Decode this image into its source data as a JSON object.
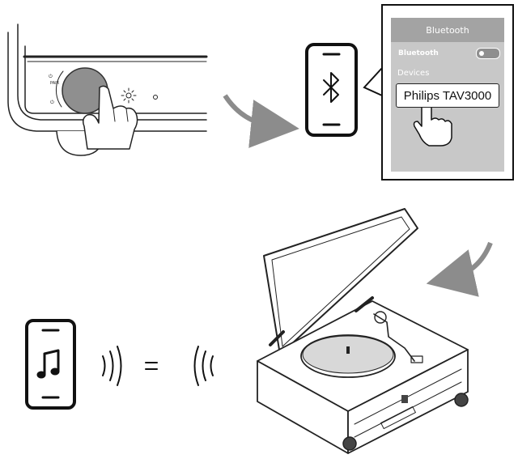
{
  "bluetooth_popup": {
    "header": "Bluetooth",
    "toggle_label": "Bluetooth",
    "toggle_state": "on",
    "devices_label": "Devices",
    "device_name": "Philips TAV3000"
  },
  "icons": {
    "step1": "hand-press-knob",
    "step2": "bluetooth-phone",
    "step3": "music-phone",
    "signal": "wireless-signal-waves",
    "device": "turntable-open-lid"
  },
  "colors": {
    "line": "#222222",
    "popup_panel": "#c8c8c8",
    "popup_header": "#a3a3a3",
    "arrow": "#8c8c8c"
  }
}
